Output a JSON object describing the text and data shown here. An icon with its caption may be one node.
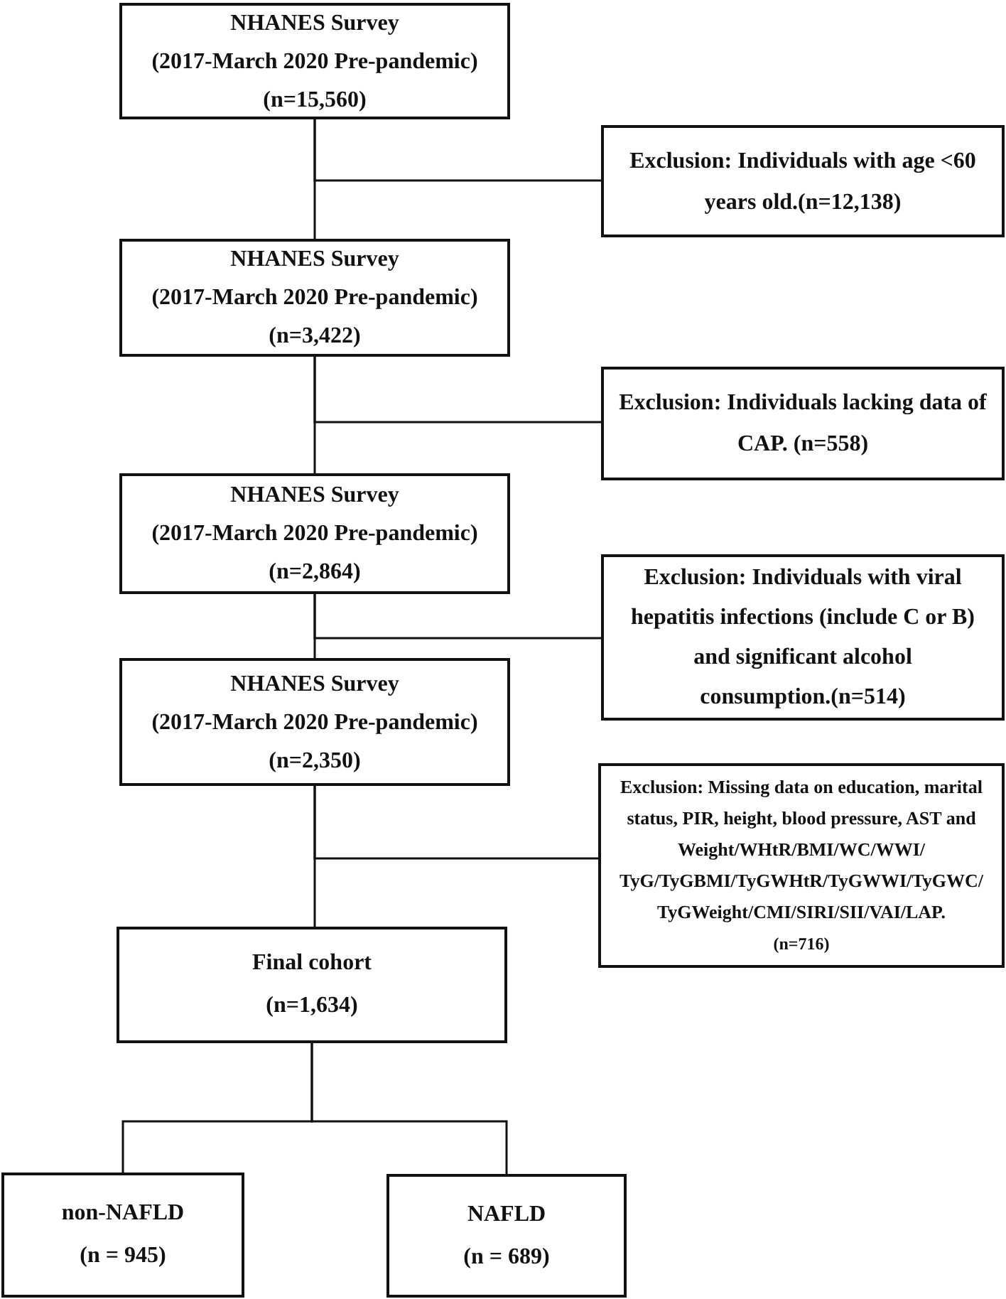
{
  "diagram": {
    "nodes": [
      {
        "text": [
          "NHANES Survey",
          "(2017-March 2020 Pre-pandemic)",
          "(n=15,560)"
        ]
      },
      {
        "text": [
          "Exclusion: Individuals with age <60 years old.(n=12,138)"
        ]
      },
      {
        "text": [
          "NHANES Survey",
          "(2017-March 2020 Pre-pandemic)",
          "(n=3,422)"
        ]
      },
      {
        "text": [
          "Exclusion: Individuals lacking data of CAP. (n=558)"
        ]
      },
      {
        "text": [
          "NHANES Survey",
          "(2017-March 2020 Pre-pandemic)",
          "(n=2,864)"
        ]
      },
      {
        "text": [
          "Exclusion: Individuals with viral hepatitis infections (include C or B) and significant alcohol consumption.(n=514)"
        ]
      },
      {
        "text": [
          "NHANES Survey",
          "(2017-March 2020 Pre-pandemic)",
          "(n=2,350)"
        ]
      },
      {
        "text": [
          "Exclusion: Missing data on education, marital status, PIR, height, blood pressure, AST and Weight/WHtR/BMI/WC/WWI/ TyG/TyGBMI/TyGWHtR/TyGWWI/TyGWC/ TyGWeight/CMI/SIRI/SII/VAI/LAP.",
          "(n=716)"
        ]
      },
      {
        "text": [
          "Final cohort",
          "(n=1,634)"
        ]
      },
      {
        "text": [
          "non-NAFLD",
          "(n = 945)"
        ]
      },
      {
        "text": [
          "NAFLD",
          "(n = 689)"
        ]
      }
    ],
    "edges": [
      {
        "from": 0,
        "to": 2,
        "arrow": "none"
      },
      {
        "from": 0,
        "to": 1,
        "arrow": "none"
      },
      {
        "from": 2,
        "to": 4,
        "arrow": "none"
      },
      {
        "from": 2,
        "to": 3,
        "arrow": "none"
      },
      {
        "from": 4,
        "to": 6,
        "arrow": "none"
      },
      {
        "from": 4,
        "to": 5,
        "arrow": "none"
      },
      {
        "from": 6,
        "to": 8,
        "arrow": "none"
      },
      {
        "from": 6,
        "to": 7,
        "arrow": "none"
      },
      {
        "from": 8,
        "to": 9,
        "arrow": "none"
      },
      {
        "from": 8,
        "to": 10,
        "arrow": "none"
      }
    ]
  }
}
